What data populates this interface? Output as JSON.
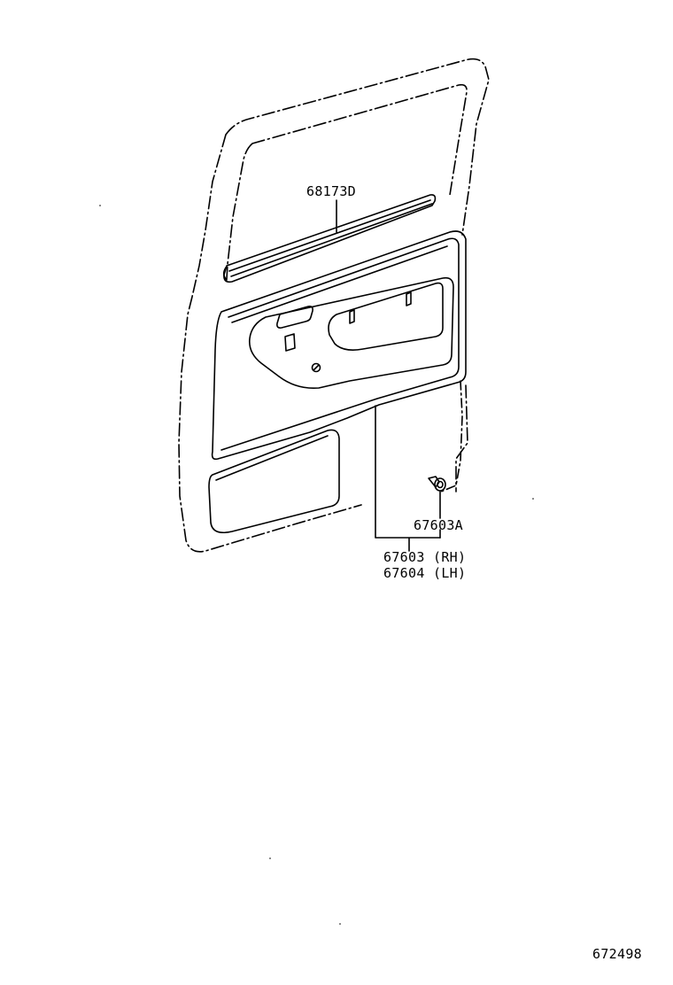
{
  "parts": {
    "moulding": "68173D",
    "clip": "67603A",
    "panel_rh": "67603 (RH)",
    "panel_lh": "67604 (LH)"
  },
  "diagram_id": "672498",
  "colors": {
    "line": "#000000",
    "background": "#ffffff"
  }
}
